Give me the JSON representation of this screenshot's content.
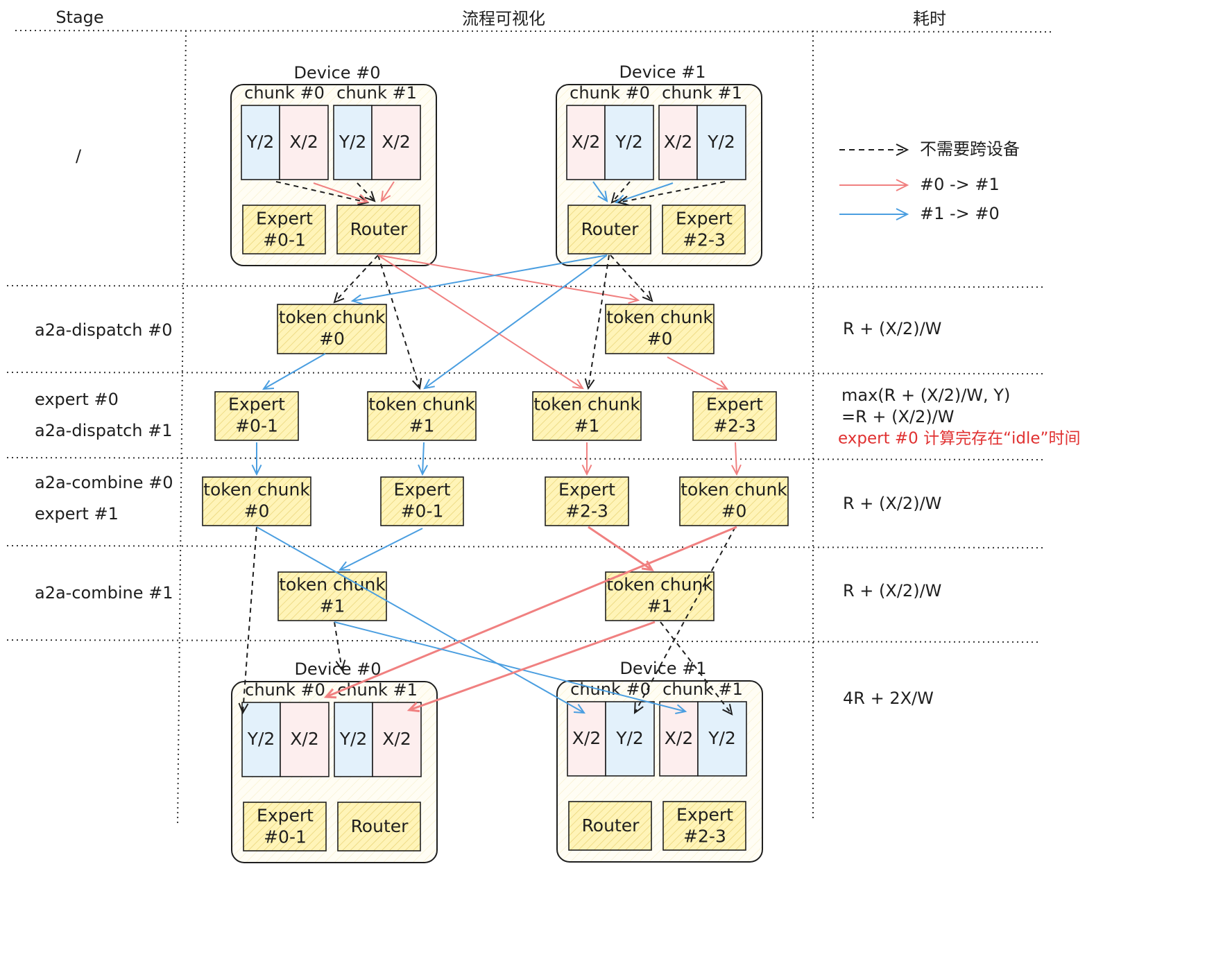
{
  "headers": {
    "stage": "Stage",
    "flow": "流程可视化",
    "time": "耗时"
  },
  "stages": [
    {
      "lines": [
        "/"
      ]
    },
    {
      "lines": [
        "a2a-dispatch #0"
      ]
    },
    {
      "lines": [
        "expert #0",
        "a2a-dispatch #1"
      ]
    },
    {
      "lines": [
        "a2a-combine #0",
        "expert #1"
      ]
    },
    {
      "lines": [
        "a2a-combine #1"
      ]
    },
    {
      "lines": [
        ""
      ]
    }
  ],
  "times": [
    {
      "lines": [
        ""
      ]
    },
    {
      "lines": [
        "R + (X/2)/W"
      ]
    },
    {
      "lines": [
        "max(R + (X/2)/W, Y)",
        "=R + (X/2)/W"
      ],
      "note": "expert #0 计算完存在“idle”时间"
    },
    {
      "lines": [
        "R + (X/2)/W"
      ]
    },
    {
      "lines": [
        "R + (X/2)/W"
      ]
    },
    {
      "lines": [
        "4R + 2X/W"
      ]
    }
  ],
  "legend": [
    {
      "style": "dashed",
      "color": "#1e1e1e",
      "label": "不需要跨设备"
    },
    {
      "style": "solid",
      "color": "#f08080",
      "label": "#0 -> #1"
    },
    {
      "style": "solid",
      "color": "#4a9ee0",
      "label": "#1 -> #0"
    }
  ],
  "devices": [
    {
      "id": "top-0",
      "title": "Device #0",
      "chunks": [
        {
          "label": "chunk #0",
          "cells": [
            "Y/2",
            "X/2"
          ],
          "kinds": [
            "y",
            "x"
          ]
        },
        {
          "label": "chunk #1",
          "cells": [
            "Y/2",
            "X/2"
          ],
          "kinds": [
            "y",
            "x"
          ]
        }
      ],
      "boxes": [
        {
          "lines": [
            "Expert",
            "#0-1"
          ]
        },
        {
          "lines": [
            "Router"
          ]
        }
      ]
    },
    {
      "id": "top-1",
      "title": "Device #1",
      "chunks": [
        {
          "label": "chunk #0",
          "cells": [
            "X/2",
            "Y/2"
          ],
          "kinds": [
            "x",
            "y"
          ]
        },
        {
          "label": "chunk #1",
          "cells": [
            "X/2",
            "Y/2"
          ],
          "kinds": [
            "x",
            "y"
          ]
        }
      ],
      "boxes": [
        {
          "lines": [
            "Router"
          ]
        },
        {
          "lines": [
            "Expert",
            "#2-3"
          ]
        }
      ]
    },
    {
      "id": "bottom-0",
      "title": "Device #0",
      "chunks": [
        {
          "label": "chunk #0",
          "cells": [
            "Y/2",
            "X/2"
          ],
          "kinds": [
            "y",
            "x"
          ]
        },
        {
          "label": "chunk #1",
          "cells": [
            "Y/2",
            "X/2"
          ],
          "kinds": [
            "y",
            "x"
          ]
        }
      ],
      "boxes": [
        {
          "lines": [
            "Expert",
            "#0-1"
          ]
        },
        {
          "lines": [
            "Router"
          ]
        }
      ]
    },
    {
      "id": "bottom-1",
      "title": "Device #1",
      "chunks": [
        {
          "label": "chunk #0",
          "cells": [
            "X/2",
            "Y/2"
          ],
          "kinds": [
            "x",
            "y"
          ]
        },
        {
          "label": "chunk #1",
          "cells": [
            "X/2",
            "Y/2"
          ],
          "kinds": [
            "x",
            "y"
          ]
        }
      ],
      "boxes": [
        {
          "lines": [
            "Router"
          ]
        },
        {
          "lines": [
            "Expert",
            "#2-3"
          ]
        }
      ]
    }
  ],
  "flow_boxes": [
    {
      "id": "dispatch0-dev0",
      "lines": [
        "token chunk",
        "#0"
      ]
    },
    {
      "id": "dispatch0-dev1",
      "lines": [
        "token chunk",
        "#0"
      ]
    },
    {
      "id": "s2-expert01",
      "lines": [
        "Expert",
        "#0-1"
      ]
    },
    {
      "id": "s2-token1-dev0",
      "lines": [
        "token chunk",
        "#1"
      ]
    },
    {
      "id": "s2-token1-dev1",
      "lines": [
        "token chunk",
        "#1"
      ]
    },
    {
      "id": "s2-expert23",
      "lines": [
        "Expert",
        "#2-3"
      ]
    },
    {
      "id": "s3-token0-dev0",
      "lines": [
        "token chunk",
        "#0"
      ]
    },
    {
      "id": "s3-expert01",
      "lines": [
        "Expert",
        "#0-1"
      ]
    },
    {
      "id": "s3-expert23",
      "lines": [
        "Expert",
        "#2-3"
      ]
    },
    {
      "id": "s3-token0-dev1",
      "lines": [
        "token chunk",
        "#0"
      ]
    },
    {
      "id": "combine1-dev0",
      "lines": [
        "token chunk",
        "#1"
      ]
    },
    {
      "id": "combine1-dev1",
      "lines": [
        "token chunk",
        "#1"
      ]
    }
  ],
  "colors": {
    "dashed": "#1e1e1e",
    "pink": "#f08080",
    "blue": "#4a9ee0",
    "cell_x": "#fdeeee",
    "cell_y": "#e3f1fb",
    "box_fill": "#fff4b8",
    "device_fill": "#fffdf4"
  }
}
